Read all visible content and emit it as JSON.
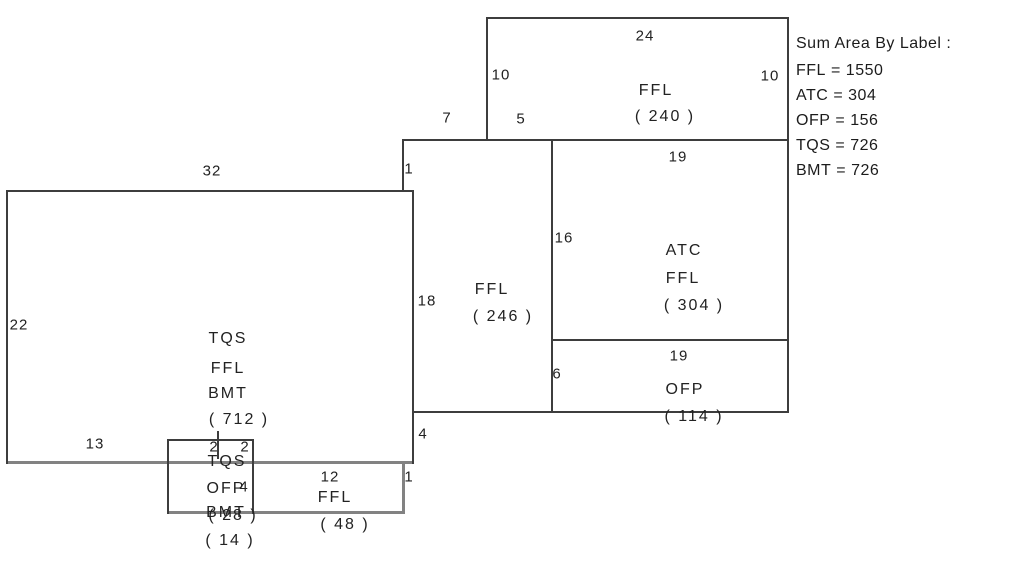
{
  "legend": {
    "title": "Sum Area By Label :",
    "separator": "=",
    "entries": [
      {
        "label": "FFL",
        "value": "1550"
      },
      {
        "label": "ATC",
        "value": "304"
      },
      {
        "label": "OFP",
        "value": "156"
      },
      {
        "label": "TQS",
        "value": "726"
      },
      {
        "label": "BMT",
        "value": "726"
      }
    ]
  },
  "rooms": {
    "top_ffl": {
      "line1": "FFL",
      "area": "( 240 )"
    },
    "atc": {
      "line1": "ATC",
      "line2": "FFL",
      "area": "( 304 )"
    },
    "ofp": {
      "line1": "OFP",
      "area": "( 114 )"
    },
    "mid_ffl": {
      "line1": "FFL",
      "area": "( 246 )"
    },
    "main": {
      "line1": "TQS",
      "line2": "FFL",
      "line3": "BMT",
      "area": "( 712 )"
    },
    "strip_ffl": {
      "line1": "FFL",
      "area": "( 48 )"
    },
    "small": {
      "line1": "TQS",
      "line2": "OFP",
      "line3": "BMT",
      "area": "( 14 )"
    },
    "small_overlay": {
      "area": "( 28 )"
    }
  },
  "dims": {
    "top_width": "24",
    "top_left_height": "10",
    "top_right_height": "10",
    "seg7": "7",
    "seg5": "5",
    "notch": "1",
    "atc_width": "19",
    "atc_height": "16",
    "ofp_width": "19",
    "ofp_height": "6",
    "mid_height": "18",
    "mid_step": "4",
    "main_width": "32",
    "main_height": "22",
    "main_bottom": "13",
    "small_left": "2",
    "small_right": "2",
    "small_step": "4",
    "strip_width": "12",
    "strip_right": "1"
  },
  "colors": {
    "wall_dark": "#3d3d3d",
    "wall_gray": "#828282",
    "text": "#222222"
  }
}
